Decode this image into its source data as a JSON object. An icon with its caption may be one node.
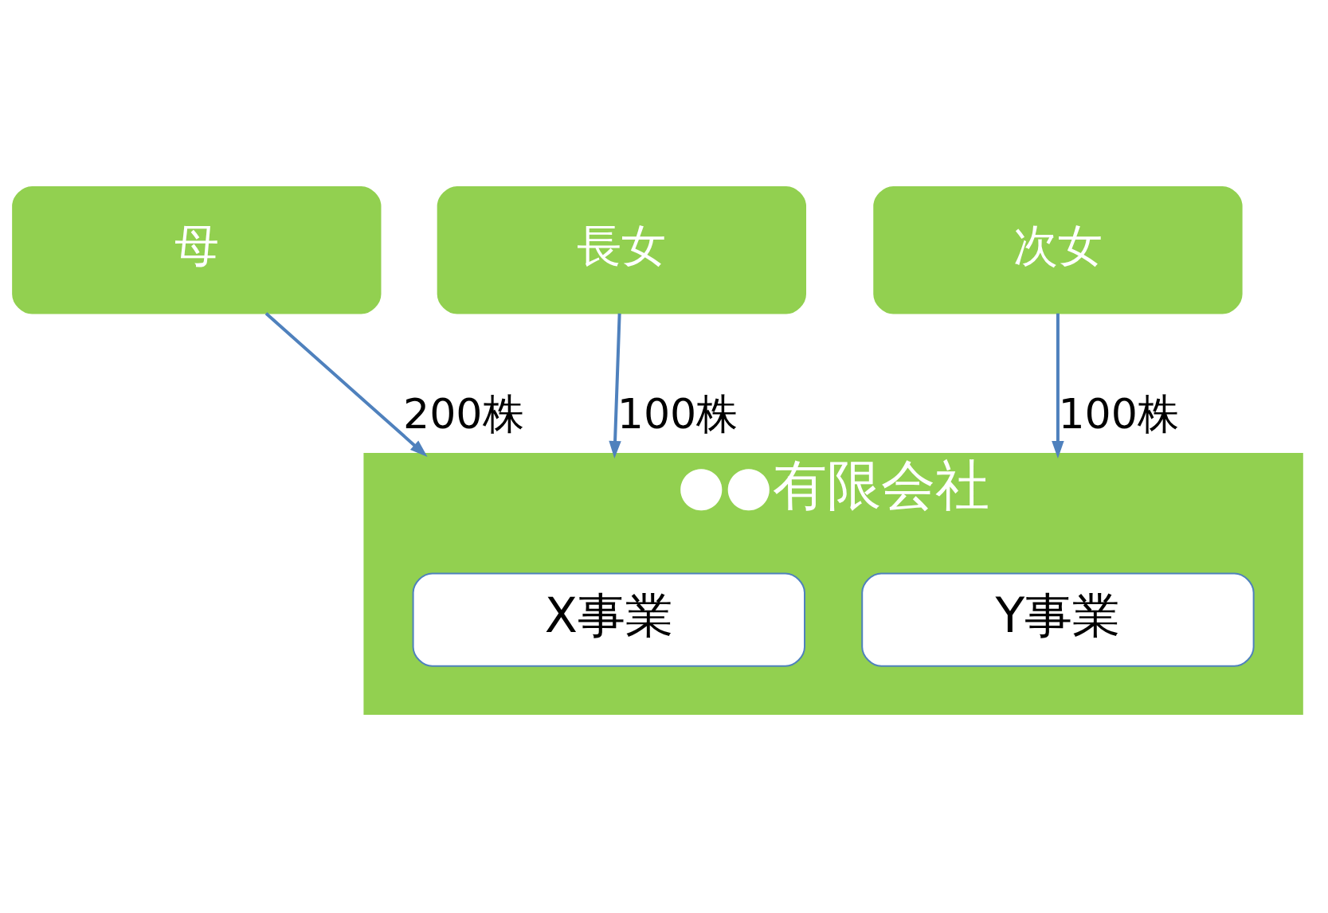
{
  "diagram": {
    "nodes": [
      {
        "text": [
          "母"
        ]
      },
      {
        "text": [
          "長女"
        ]
      },
      {
        "text": [
          "次女"
        ]
      },
      {
        "text": [
          "●●有限会社"
        ]
      },
      {
        "text": [
          "X事業"
        ],
        "in": 3
      },
      {
        "text": [
          "Y事業"
        ],
        "in": 3
      }
    ],
    "edges": [
      {
        "from": 0,
        "to": 3,
        "arrow": "to",
        "label": "200株"
      },
      {
        "from": 1,
        "to": 3,
        "arrow": "to",
        "label": "100株"
      },
      {
        "from": 2,
        "to": 3,
        "arrow": "to",
        "label": "100株"
      }
    ]
  }
}
